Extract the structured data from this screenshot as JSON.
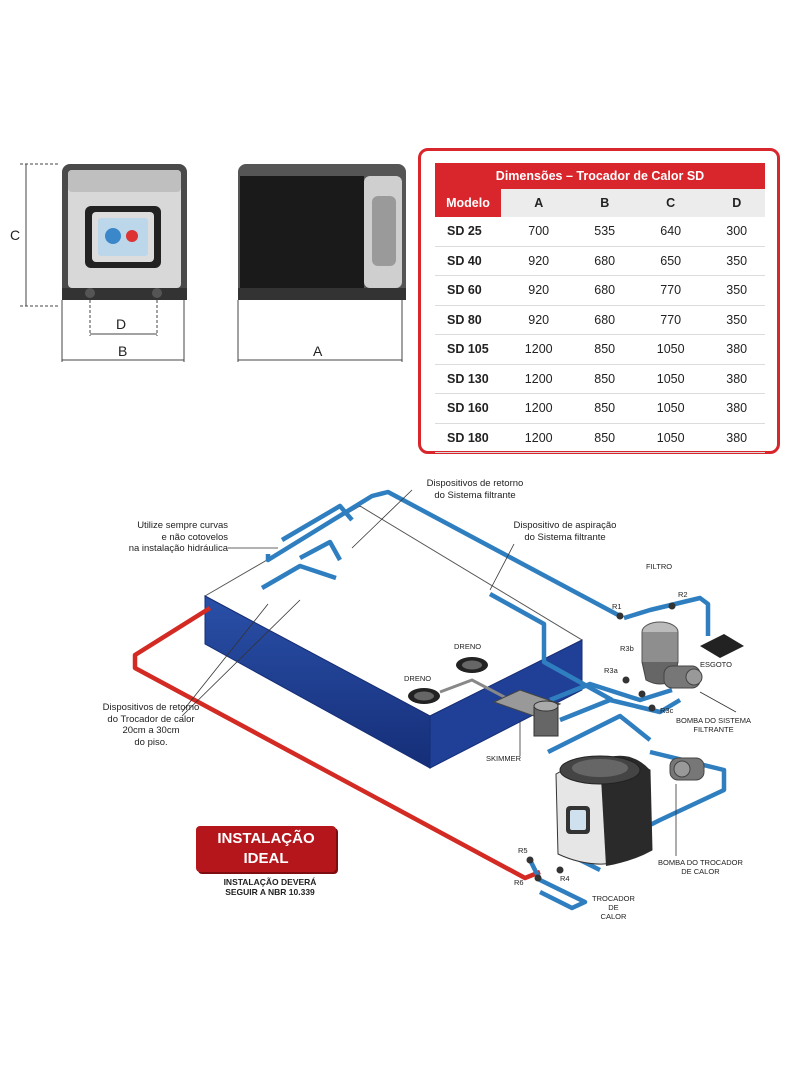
{
  "dimension_drawing": {
    "labels": {
      "a": "A",
      "b": "B",
      "c": "C",
      "d": "D"
    }
  },
  "table": {
    "title": "Dimensões – Trocador de Calor SD",
    "headers": [
      "Modelo",
      "A",
      "B",
      "C",
      "D"
    ],
    "rows": [
      [
        "SD 25",
        "700",
        "535",
        "640",
        "300"
      ],
      [
        "SD 40",
        "920",
        "680",
        "650",
        "350"
      ],
      [
        "SD 60",
        "920",
        "680",
        "770",
        "350"
      ],
      [
        "SD 80",
        "920",
        "680",
        "770",
        "350"
      ],
      [
        "SD 105",
        "1200",
        "850",
        "1050",
        "380"
      ],
      [
        "SD 130",
        "1200",
        "850",
        "1050",
        "380"
      ],
      [
        "SD 160",
        "1200",
        "850",
        "1050",
        "380"
      ],
      [
        "SD 180",
        "1200",
        "850",
        "1050",
        "380"
      ]
    ],
    "colors": {
      "accent": "#d9262c",
      "header_bg": "#ececec"
    }
  },
  "diagram": {
    "notes": {
      "return_filter": "Dispositivos de retorno\ndo Sistema filtrante",
      "curves": "Utilize sempre curvas\ne não cotovelos\nna instalação hidráulica",
      "suction": "Dispositivo de aspiração\ndo Sistema filtrante",
      "return_heater": "Dispositivos de retorno\ndo Trocador de calor\n20cm a 30cm\ndo piso.",
      "filtro": "FILTRO",
      "esgoto": "ESGOTO",
      "pump_filter": "BOMBA DO SISTEMA\nFILTRANTE",
      "pump_heater": "BOMBA DO TROCADOR\nDE CALOR",
      "heater": "TROCADOR\nDE\nCALOR",
      "skimmer": "SKIMMER",
      "dreno1": "DRENO",
      "dreno2": "DRENO"
    },
    "valve_tags": {
      "r1": "R1",
      "r2": "R2",
      "r3a": "R3a",
      "r3b": "R3b",
      "r3c": "R3c",
      "r4": "R4",
      "r5": "R5",
      "r6": "R6"
    },
    "badge": {
      "line1": "INSTALAÇÃO",
      "line2": "IDEAL"
    },
    "norm_note": "INSTALAÇÃO DEVERÁ\nSEGUIR A NBR 10.339",
    "colors": {
      "pipe_blue": "#2f7fc0",
      "pipe_red": "#d32a23",
      "pool_blue": "#1c3f94",
      "badge": "#b5161c"
    }
  }
}
